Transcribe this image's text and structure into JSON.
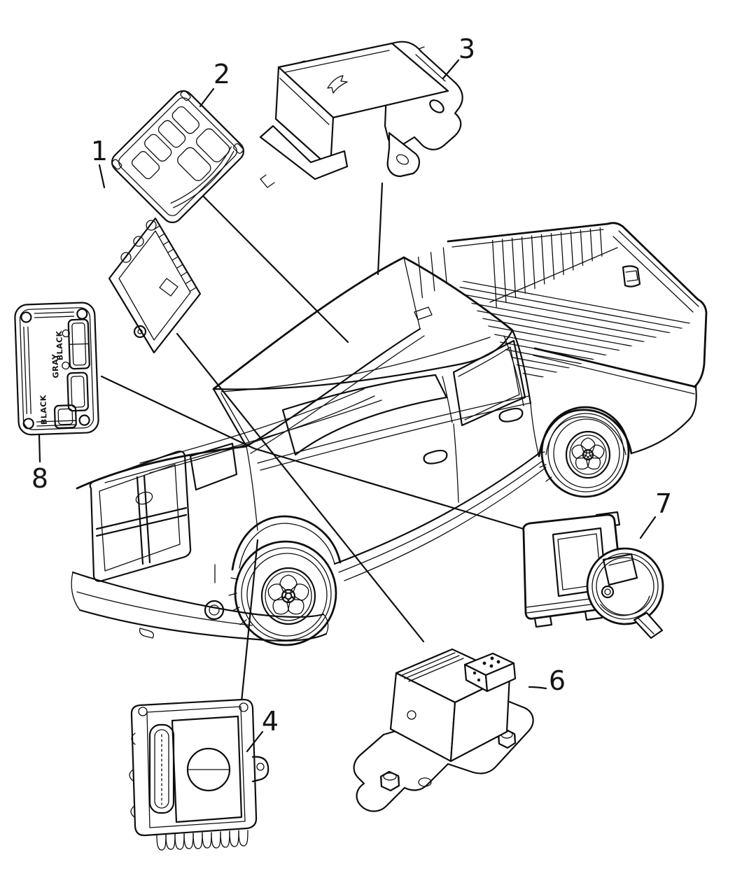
{
  "figure": {
    "kind": "vehicle-electronic-modules-parts-diagram",
    "background_color": "#ffffff",
    "line_color": "#111111"
  },
  "callouts": {
    "c1": {
      "number": "1"
    },
    "c2": {
      "number": "2"
    },
    "c3": {
      "number": "3"
    },
    "c4": {
      "number": "4"
    },
    "c6": {
      "number": "6"
    },
    "c7": {
      "number": "7"
    },
    "c8": {
      "number": "8"
    }
  },
  "part8": {
    "labels": [
      "BLACK",
      "GRAY",
      "BLACK"
    ]
  }
}
